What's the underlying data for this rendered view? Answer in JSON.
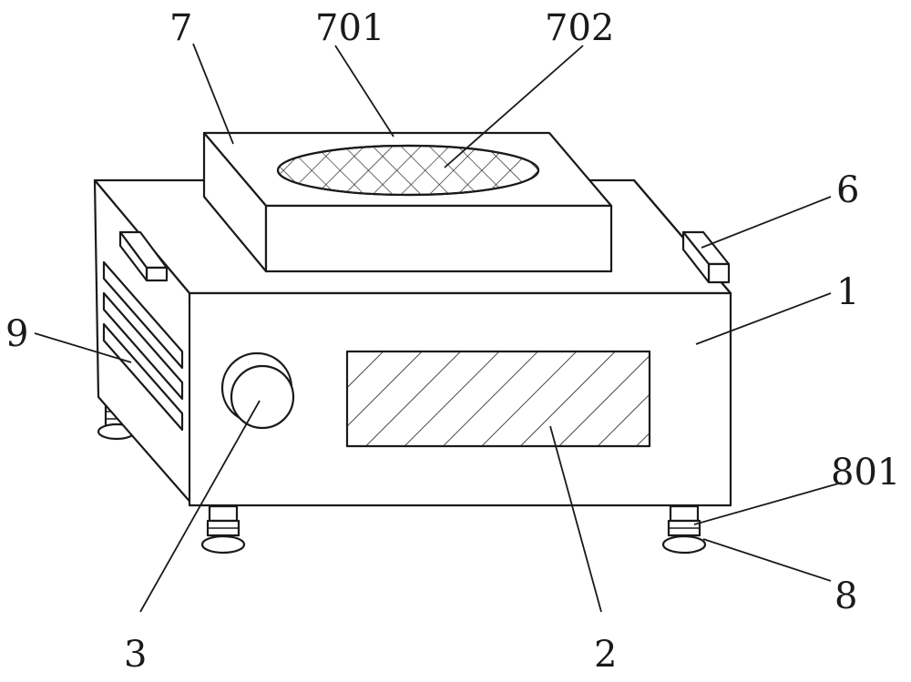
{
  "labels": {
    "housing": "1",
    "display_panel": "2",
    "knob": "3",
    "side_tab": "6",
    "top_box": "7",
    "top_box_lid": "701",
    "mesh_vent": "702",
    "foot": "8",
    "foot_pad": "801",
    "side_vents": "9"
  },
  "colors": {
    "line": "#1a1a1a",
    "background": "#ffffff"
  }
}
